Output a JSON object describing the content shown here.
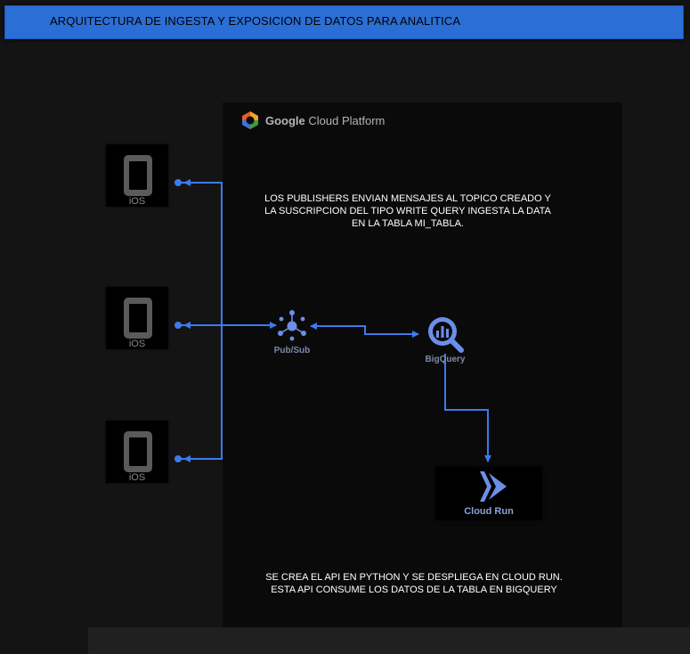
{
  "title": "ARQUITECTURA DE INGESTA Y EXPOSICION DE DATOS PARA ANALITICA",
  "gcp": {
    "brand_bold": "Google",
    "brand_rest": " Cloud Platform"
  },
  "devices": [
    {
      "label": "iOS"
    },
    {
      "label": "iOS"
    },
    {
      "label": "iOS"
    }
  ],
  "notes": {
    "top": [
      "LOS PUBLISHERS ENVIAN MENSAJES AL TOPICO CREADO Y",
      "LA SUSCRIPCION DEL TIPO WRITE QUERY INGESTA LA DATA",
      "EN LA TABLA MI_TABLA."
    ],
    "bottom": [
      "SE CREA EL API EN PYTHON Y SE DESPLIEGA EN CLOUD RUN.",
      "ESTA API CONSUME LOS DATOS DE LA TABLA EN BIGQUERY"
    ]
  },
  "services": {
    "pubsub": "Pub/Sub",
    "bigquery": "BigQuery",
    "cloudrun": "Cloud Run"
  },
  "colors": {
    "accent": "#2b6fd6",
    "wire": "#3b7bf0",
    "icon": "#6b8ee8"
  }
}
